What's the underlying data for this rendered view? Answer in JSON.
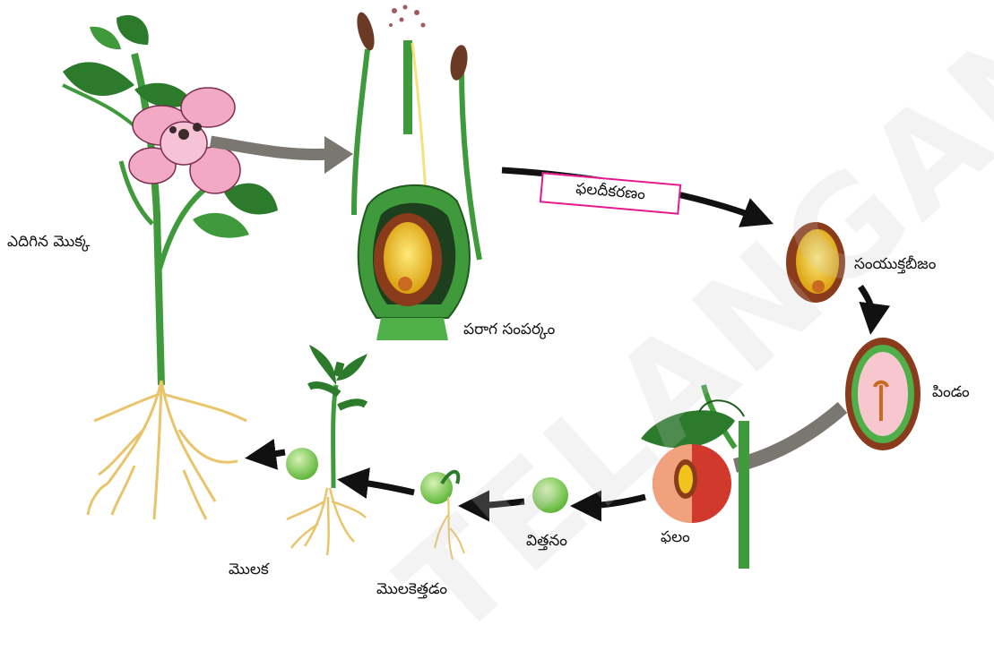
{
  "watermark": "TELANGANA",
  "labels": {
    "mature_plant": "ఎదిగిన మొక్క",
    "pollination": "పరాగ సంపర్కం",
    "fertilization": "ఫలదీకరణం",
    "zygote": "సంయుక్తబీజం",
    "embryo": "పిండం",
    "fruit": "ఫలం",
    "seed": "విత్తనం",
    "germination": "మొలకెత్తడం",
    "seedling": "మొలక"
  },
  "colors": {
    "stem_green": "#3e9a3a",
    "leaf_dark": "#2c7a2c",
    "petal_pink": "#f2a9c4",
    "root_yellow": "#e8c46a",
    "ovule_brown": "#8a3b1c",
    "ovule_yellow": "#f0c41c",
    "embryo_pink": "#f7c6cf",
    "fruit_red": "#d0392b",
    "seed_green": "#8fd35a",
    "arrow_black": "#111111",
    "arrow_grey": "#7a7670",
    "box_magenta": "#e6178f"
  }
}
